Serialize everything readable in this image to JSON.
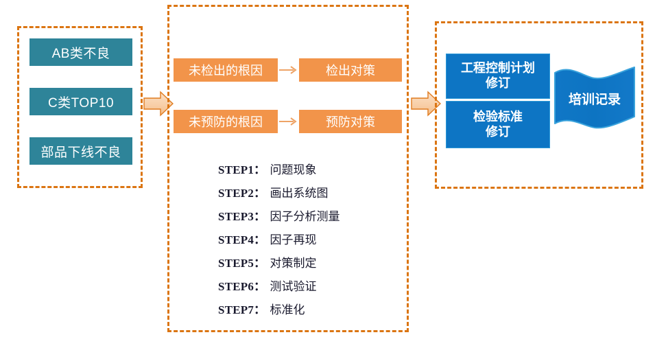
{
  "diagram": {
    "accent_colors": {
      "panel_border": "#DB7512",
      "input_box": "#2E8499",
      "cause_box": "#F2944A",
      "output_box": "#0D75C4",
      "arrow_fill": "#FAD7B4",
      "arrow_stroke": "#E07B1E"
    },
    "panel_inputs": {
      "name": "inputs-panel",
      "items": [
        {
          "label": "AB类不良"
        },
        {
          "label": "C类TOP10"
        },
        {
          "label": "部品下线不良"
        }
      ]
    },
    "panel_analysis": {
      "name": "analysis-panel",
      "rows": [
        {
          "cause": "未检出的根因",
          "effect": "检出对策"
        },
        {
          "cause": "未预防的根因",
          "effect": "预防对策"
        }
      ],
      "steps": [
        {
          "key": "STEP1：",
          "value": "问题现象"
        },
        {
          "key": "STEP2：",
          "value": "画出系统图"
        },
        {
          "key": "STEP3：",
          "value": "因子分析测量"
        },
        {
          "key": "STEP4：",
          "value": "因子再现"
        },
        {
          "key": "STEP5：",
          "value": "对策制定"
        },
        {
          "key": "STEP6：",
          "value": "测试验证"
        },
        {
          "key": "STEP7：",
          "value": "标准化"
        }
      ]
    },
    "panel_outputs": {
      "name": "outputs-panel",
      "boxes": [
        {
          "label": "工程控制计划\n修订",
          "line1": "工程控制计划",
          "line2": "修订"
        },
        {
          "label": "检验标准\n修订",
          "line1": "检验标准",
          "line2": "修订"
        }
      ],
      "flag": {
        "label": "培训记录"
      }
    },
    "arrows": {
      "inputs_to_analysis": "block-arrow-right-icon",
      "analysis_to_outputs": "block-arrow-right-icon",
      "cause_to_effect": "thin-arrow-right-icon"
    }
  }
}
